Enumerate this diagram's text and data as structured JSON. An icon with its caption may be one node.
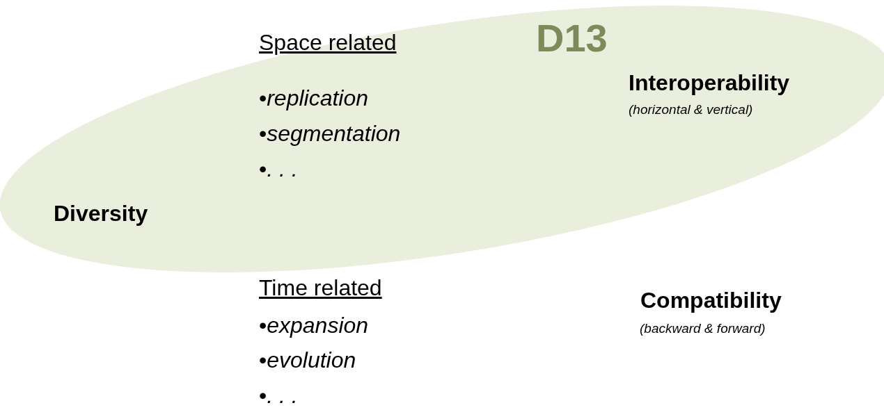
{
  "diagram": {
    "nodes": [
      {
        "text": [
          "D13"
        ]
      }
    ],
    "labels": [
      "Space related",
      "•*replication*",
      "•*segmentation*",
      "•*. . .*",
      "Interoperability",
      "(horizontal & vertical)",
      "Diversity",
      "Time related",
      "•*expansion*",
      "•*evolution*",
      "•*. . .*",
      "Compatibility",
      "(backward & forward)"
    ]
  }
}
